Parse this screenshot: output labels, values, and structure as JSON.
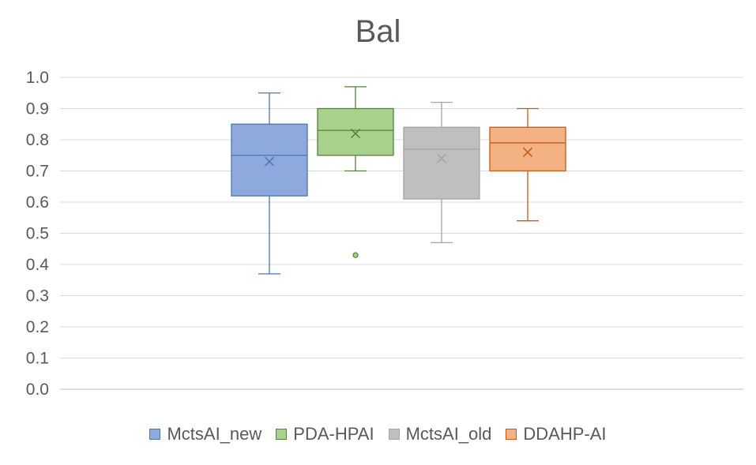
{
  "chart_data": {
    "type": "box",
    "title": "Bal",
    "xlabel": "",
    "ylabel": "",
    "ylim": [
      0.0,
      1.0
    ],
    "yticks": [
      "0.0",
      "0.1",
      "0.2",
      "0.3",
      "0.4",
      "0.5",
      "0.6",
      "0.7",
      "0.8",
      "0.9",
      "1.0"
    ],
    "grid": true,
    "legend_position": "bottom",
    "series": [
      {
        "name": "MctsAI_new",
        "fill": "#8EA9DB",
        "stroke": "#4A76B0",
        "min": 0.37,
        "q1": 0.62,
        "median": 0.75,
        "q3": 0.85,
        "max": 0.95,
        "mean": 0.73,
        "outliers": []
      },
      {
        "name": "PDA-HPAI",
        "fill": "#A9D18E",
        "stroke": "#548235",
        "min": 0.7,
        "q1": 0.75,
        "median": 0.83,
        "q3": 0.9,
        "max": 0.97,
        "mean": 0.82,
        "outliers": [
          0.43
        ]
      },
      {
        "name": "MctsAI_old",
        "fill": "#BFBFBF",
        "stroke": "#A5A5A5",
        "min": 0.47,
        "q1": 0.61,
        "median": 0.77,
        "q3": 0.84,
        "max": 0.92,
        "mean": 0.74,
        "outliers": []
      },
      {
        "name": "DDAHP-AI",
        "fill": "#F4B183",
        "stroke": "#C55A11",
        "min": 0.54,
        "q1": 0.7,
        "median": 0.79,
        "q3": 0.84,
        "max": 0.9,
        "mean": 0.76,
        "outliers": []
      }
    ]
  }
}
